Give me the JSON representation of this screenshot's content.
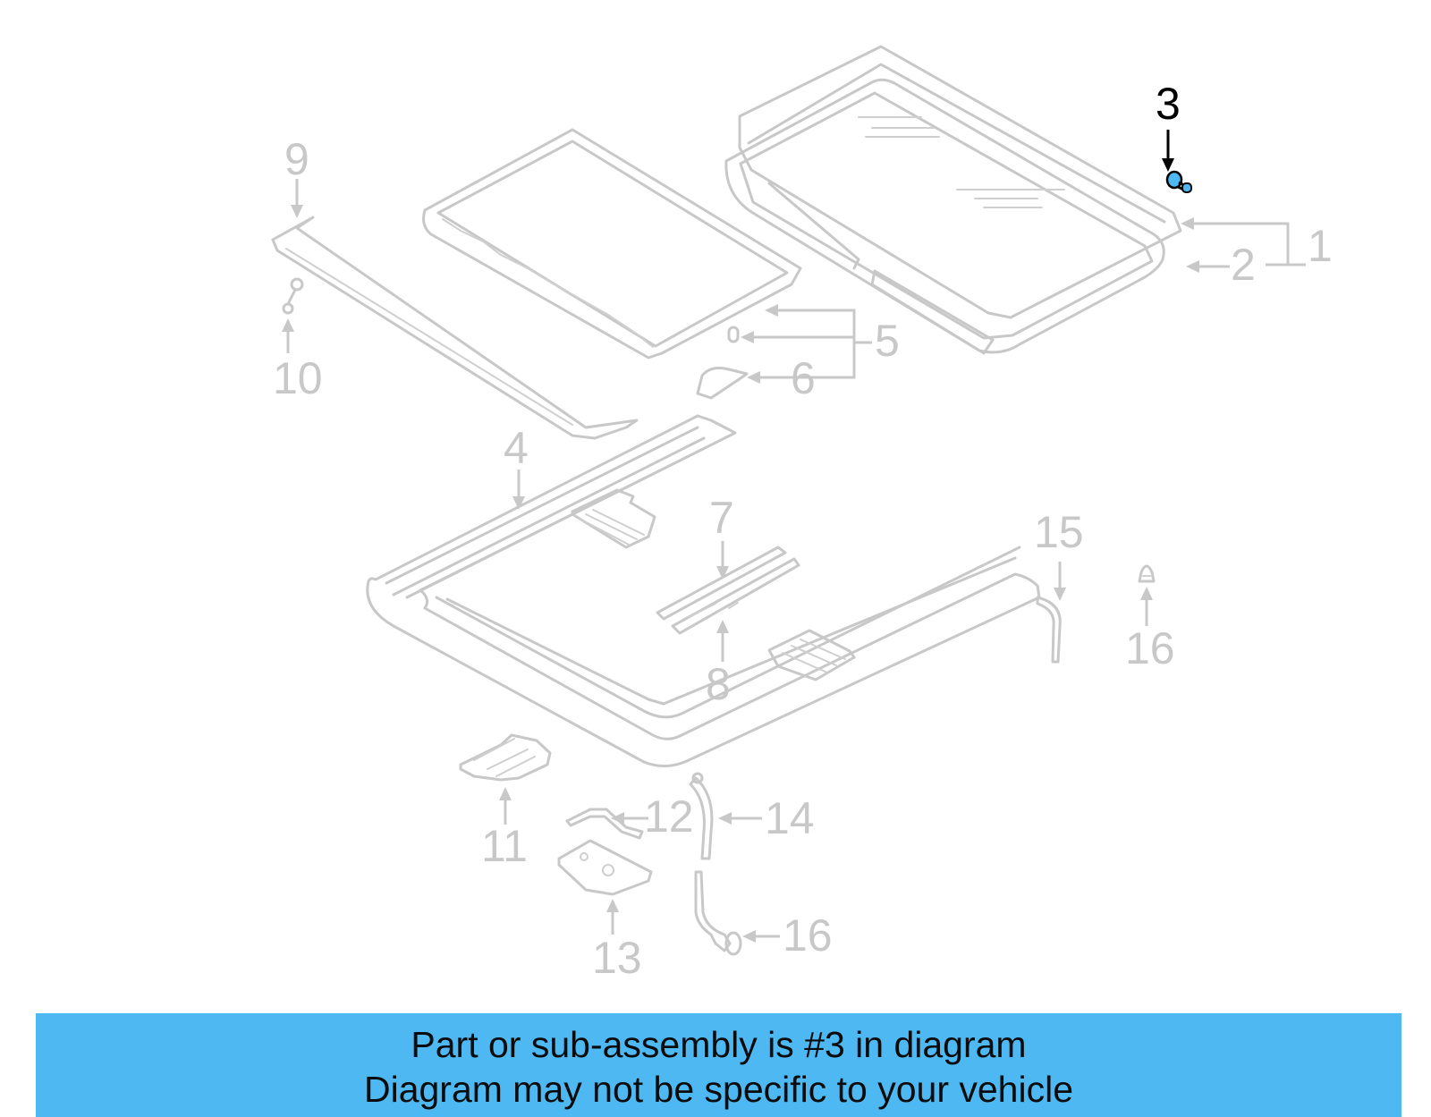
{
  "diagram": {
    "highlight_color": "#4db8f2",
    "inactive_color": "#c8c8c8",
    "active_callout": "3",
    "callouts": [
      {
        "id": "c1",
        "label": "1"
      },
      {
        "id": "c2",
        "label": "2"
      },
      {
        "id": "c3",
        "label": "3"
      },
      {
        "id": "c4",
        "label": "4"
      },
      {
        "id": "c5",
        "label": "5"
      },
      {
        "id": "c6",
        "label": "6"
      },
      {
        "id": "c7",
        "label": "7"
      },
      {
        "id": "c8",
        "label": "8"
      },
      {
        "id": "c9",
        "label": "9"
      },
      {
        "id": "c10",
        "label": "10"
      },
      {
        "id": "c11",
        "label": "11"
      },
      {
        "id": "c12",
        "label": "12"
      },
      {
        "id": "c13",
        "label": "13"
      },
      {
        "id": "c14",
        "label": "14"
      },
      {
        "id": "c15",
        "label": "15"
      },
      {
        "id": "c16a",
        "label": "16"
      },
      {
        "id": "c16b",
        "label": "16"
      }
    ]
  },
  "banner": {
    "line1": "Part or sub-assembly is #3 in diagram",
    "line2": "Diagram may not be specific to your vehicle",
    "background": "#4db8f2"
  }
}
